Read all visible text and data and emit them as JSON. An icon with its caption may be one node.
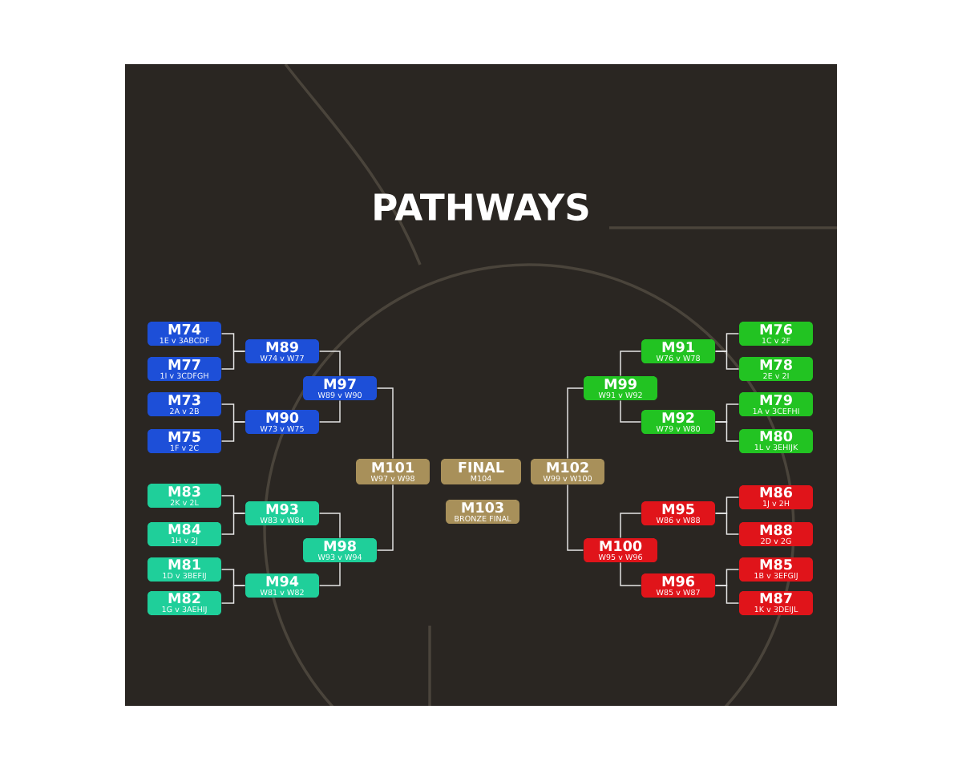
{
  "diagram": {
    "title": "PATHWAYS",
    "nodes": [
      {
        "text": [
          "M74",
          "1E v 3ABCDF"
        ]
      },
      {
        "text": [
          "M77",
          "1I v 3CDFGH"
        ]
      },
      {
        "text": [
          "M73",
          "2A v 2B"
        ]
      },
      {
        "text": [
          "M75",
          "1F v 2C"
        ]
      },
      {
        "text": [
          "M83",
          "2K v 2L"
        ]
      },
      {
        "text": [
          "M84",
          "1H v 2J"
        ]
      },
      {
        "text": [
          "M81",
          "1D v 3BEFIJ"
        ]
      },
      {
        "text": [
          "M82",
          "1G v 3AEHIJ"
        ]
      },
      {
        "text": [
          "M89",
          "W74 v W77"
        ]
      },
      {
        "text": [
          "M90",
          "W73 v W75"
        ]
      },
      {
        "text": [
          "M93",
          "W83 v W84"
        ]
      },
      {
        "text": [
          "M94",
          "W81 v W82"
        ]
      },
      {
        "text": [
          "M97",
          "W89 v W90"
        ]
      },
      {
        "text": [
          "M98",
          "W93 v W94"
        ]
      },
      {
        "text": [
          "M101",
          "W97 v W98"
        ]
      },
      {
        "text": [
          "FINAL",
          "M104"
        ]
      },
      {
        "text": [
          "M102",
          "W99 v W100"
        ]
      },
      {
        "text": [
          "M103",
          "BRONZE FINAL"
        ]
      },
      {
        "text": [
          "M99",
          "W91 v W92"
        ]
      },
      {
        "text": [
          "M100",
          "W95 v W96"
        ]
      },
      {
        "text": [
          "M91",
          "W76 v W78"
        ]
      },
      {
        "text": [
          "M92",
          "W79 v W80"
        ]
      },
      {
        "text": [
          "M95",
          "W86 v W88"
        ]
      },
      {
        "text": [
          "M96",
          "W85 v W87"
        ]
      },
      {
        "text": [
          "M76",
          "1C v 2F"
        ]
      },
      {
        "text": [
          "M78",
          "2E v 2I"
        ]
      },
      {
        "text": [
          "M79",
          "1A v 3CEFHI"
        ]
      },
      {
        "text": [
          "M80",
          "1L v 3EHIJK"
        ]
      },
      {
        "text": [
          "M86",
          "1J v 2H"
        ]
      },
      {
        "text": [
          "M88",
          "2D v 2G"
        ]
      },
      {
        "text": [
          "M85",
          "1B v 3EFGIJ"
        ]
      },
      {
        "text": [
          "M87",
          "1K v 3DEIJL"
        ]
      }
    ],
    "edges": [
      {
        "from": 0,
        "to": 8,
        "arrow": "none"
      },
      {
        "from": 1,
        "to": 8,
        "arrow": "none"
      },
      {
        "from": 2,
        "to": 9,
        "arrow": "none"
      },
      {
        "from": 3,
        "to": 9,
        "arrow": "none"
      },
      {
        "from": 4,
        "to": 10,
        "arrow": "none"
      },
      {
        "from": 5,
        "to": 10,
        "arrow": "none"
      },
      {
        "from": 6,
        "to": 11,
        "arrow": "none"
      },
      {
        "from": 7,
        "to": 11,
        "arrow": "none"
      },
      {
        "from": 8,
        "to": 12,
        "arrow": "none"
      },
      {
        "from": 9,
        "to": 12,
        "arrow": "none"
      },
      {
        "from": 10,
        "to": 13,
        "arrow": "none"
      },
      {
        "from": 11,
        "to": 13,
        "arrow": "none"
      },
      {
        "from": 12,
        "to": 14,
        "arrow": "none"
      },
      {
        "from": 13,
        "to": 14,
        "arrow": "none"
      },
      {
        "from": 24,
        "to": 20,
        "arrow": "none"
      },
      {
        "from": 25,
        "to": 20,
        "arrow": "none"
      },
      {
        "from": 26,
        "to": 21,
        "arrow": "none"
      },
      {
        "from": 27,
        "to": 21,
        "arrow": "none"
      },
      {
        "from": 28,
        "to": 22,
        "arrow": "none"
      },
      {
        "from": 29,
        "to": 22,
        "arrow": "none"
      },
      {
        "from": 30,
        "to": 23,
        "arrow": "none"
      },
      {
        "from": 31,
        "to": 23,
        "arrow": "none"
      },
      {
        "from": 20,
        "to": 18,
        "arrow": "none"
      },
      {
        "from": 21,
        "to": 18,
        "arrow": "none"
      },
      {
        "from": 22,
        "to": 19,
        "arrow": "none"
      },
      {
        "from": 23,
        "to": 19,
        "arrow": "none"
      },
      {
        "from": 18,
        "to": 16,
        "arrow": "none"
      },
      {
        "from": 19,
        "to": 16,
        "arrow": "none"
      }
    ]
  }
}
